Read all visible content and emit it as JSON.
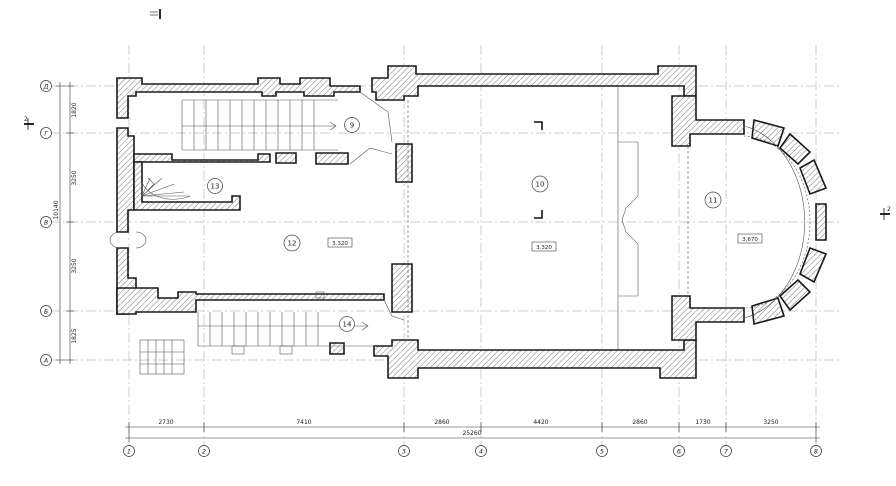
{
  "axes_vertical": [
    "1",
    "2",
    "3",
    "4",
    "5",
    "6",
    "7",
    "8"
  ],
  "axes_horizontal": [
    "Д",
    "Г",
    "В",
    "Б",
    "А"
  ],
  "dims_bottom": [
    "2730",
    "7410",
    "2860",
    "4420",
    "2860",
    "1730",
    "3250"
  ],
  "dim_total_bottom": "25260",
  "dims_left": [
    "1820",
    "3250",
    "3250",
    "1825"
  ],
  "dim_total_left": "10140",
  "rooms": [
    "9",
    "10",
    "11",
    "12",
    "13",
    "14"
  ],
  "elevations": [
    "3.320",
    "3.320",
    "3.670"
  ],
  "section_marks": [
    "2",
    "2"
  ],
  "colors": {
    "line": "#1a1a1a",
    "grid": "#9a9a9a",
    "hatch": "#6a6a6a"
  }
}
